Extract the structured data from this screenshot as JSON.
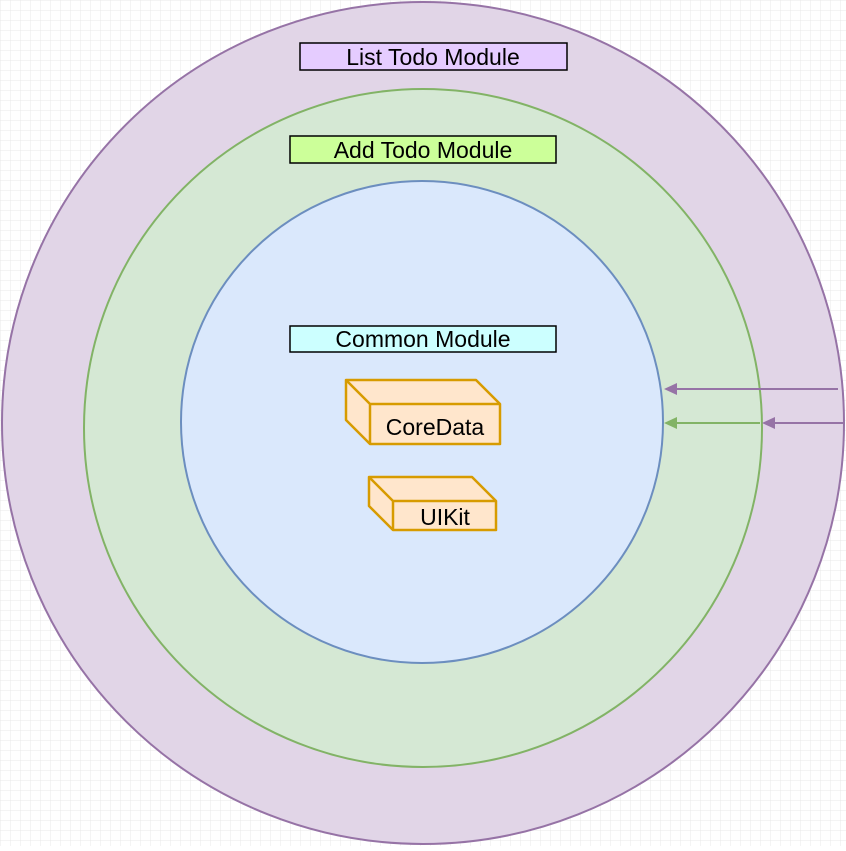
{
  "diagram": {
    "modules": {
      "list_todo": {
        "label": "List Todo Module",
        "circle_fill": "#e1d5e7",
        "circle_stroke": "#9673a6",
        "label_fill": "#e5ccff"
      },
      "add_todo": {
        "label": "Add Todo Module",
        "circle_fill": "#d5e8d4",
        "circle_stroke": "#82b366",
        "label_fill": "#ccff99"
      },
      "common": {
        "label": "Common Module",
        "circle_fill": "#dae8fc",
        "circle_stroke": "#6c8ebf",
        "label_fill": "#ccffff"
      }
    },
    "components": [
      {
        "label": "CoreData",
        "fill": "#ffe6cc",
        "stroke": "#d79b00"
      },
      {
        "label": "UIKit",
        "fill": "#ffe6cc",
        "stroke": "#d79b00"
      }
    ],
    "arrows": {
      "list_to_common_color": "#9673a6",
      "add_to_common_color": "#82b366",
      "list_to_add_color": "#9673a6"
    },
    "grid_color": "#e8e8e8"
  }
}
